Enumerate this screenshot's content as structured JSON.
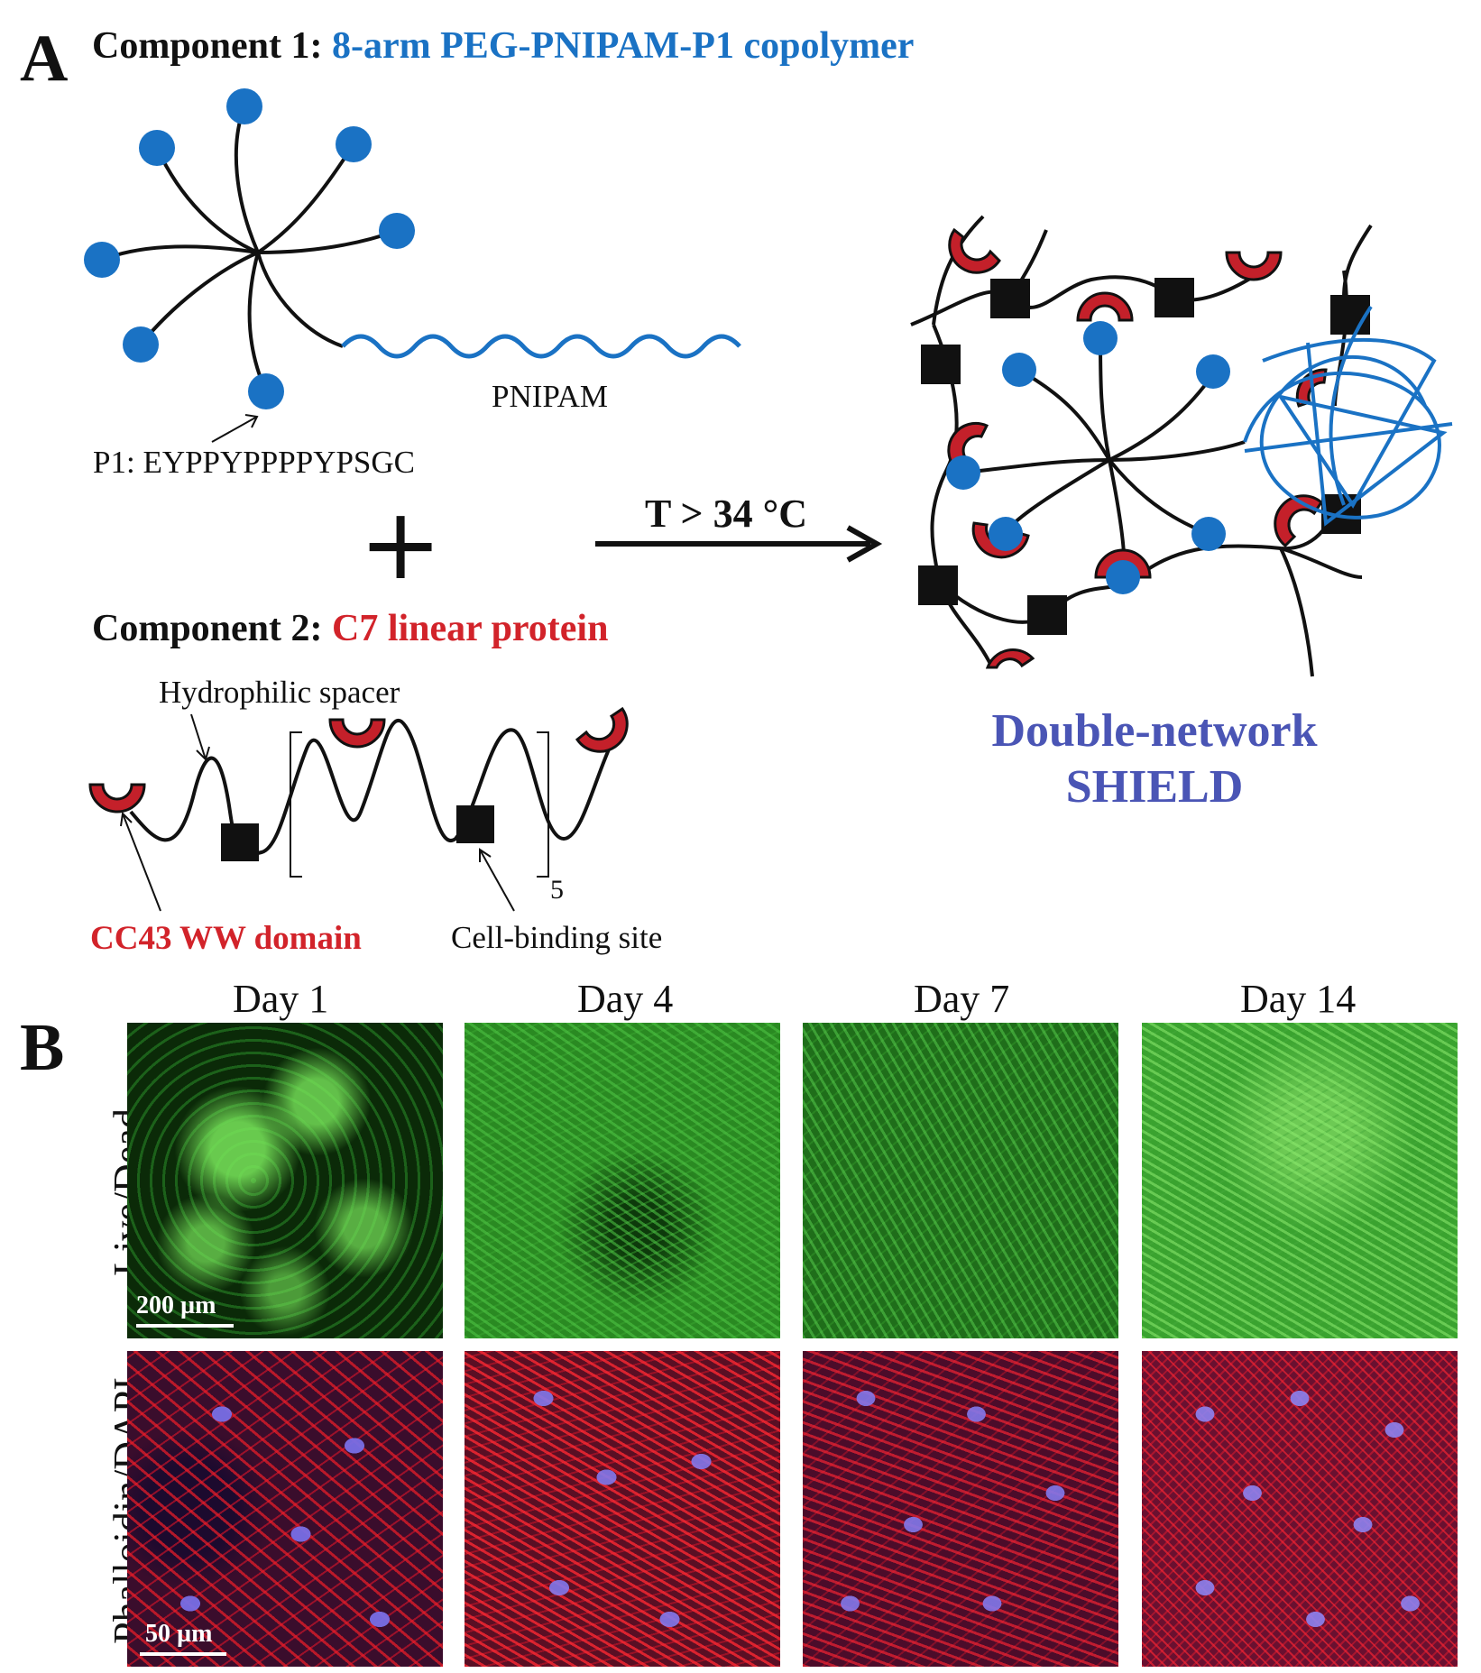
{
  "panel_a": {
    "letter": "A",
    "component1_prefix": "Component 1:",
    "component1_name": "8-arm PEG-PNIPAM-P1 copolymer",
    "pnipam_label": "PNIPAM",
    "p1_label": "P1: EYPPYPPPPYPSGC",
    "plus": "+",
    "condition": "T > 34 °C",
    "component2_prefix": "Component 2:",
    "component2_name": "C7 linear protein",
    "spacer_label": "Hydrophilic spacer",
    "repeat_subscript": "5",
    "ww_label": "CC43 WW domain",
    "cell_site_label": "Cell-binding site",
    "product_line1": "Double-network",
    "product_line2": "SHIELD"
  },
  "panel_b": {
    "letter": "B",
    "days": [
      "Day 1",
      "Day 4",
      "Day 7",
      "Day 14"
    ],
    "rows": [
      "Live/Dead",
      "Phalloidin/DAPI"
    ],
    "scalebar_live": "200 µm",
    "scalebar_phalloidin": "50 µm"
  },
  "colors": {
    "blue": "#1a72c4",
    "red": "#d2232a",
    "black": "#111111",
    "green": "#3fd13f",
    "purple_text": "#4a55b5"
  }
}
